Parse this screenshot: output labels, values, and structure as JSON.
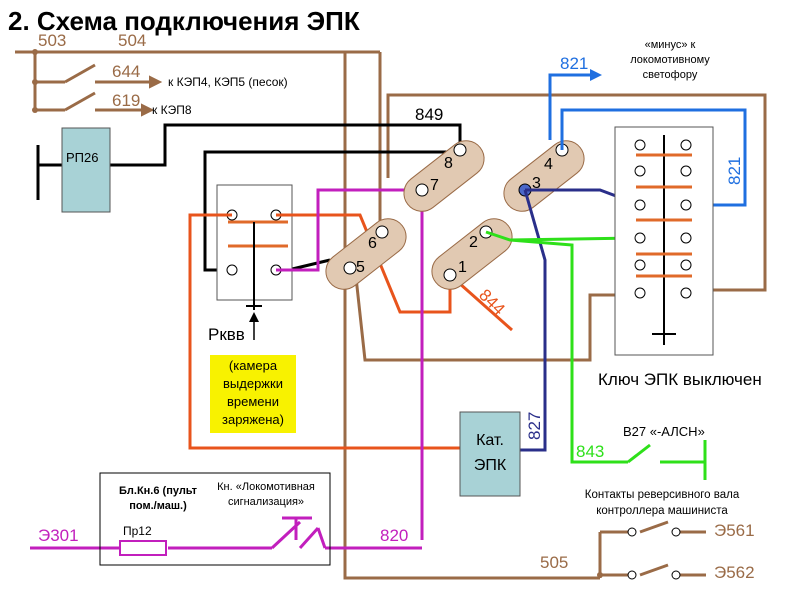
{
  "title": "2. Схема подключения ЭПК",
  "wires": {
    "w503": "503",
    "w504": "504",
    "w644": "644",
    "w619": "619",
    "w849": "849",
    "w821_top": "821",
    "w821_side": "821",
    "w844": "844",
    "w827": "827",
    "w843": "843",
    "w820": "820",
    "w505": "505",
    "e301": "Э301",
    "e561": "Э561",
    "e562": "Э562"
  },
  "labels": {
    "minus_line1": "«минус» к",
    "minus_line2": "локомотивному",
    "minus_line3": "светофору",
    "kep45": "к КЭП4, КЭП5 (песок)",
    "kep8": "к КЭП8",
    "rp26": "РП26",
    "rkvv": "Рквв",
    "camera": [
      "(камера",
      "выдержки",
      "времени",
      "заряжена)"
    ],
    "kat_epk_1": "Кат.",
    "kat_epk_2": "ЭПК",
    "key_off": "Ключ ЭПК выключен",
    "b27": "В27 «-АЛСН»",
    "reverse_1": "Контакты реверсивного вала",
    "reverse_2": "контроллера машиниста",
    "blkn_1": "Бл.Кн.6 (пульт",
    "blkn_2": "пом./маш.)",
    "pr12": "Пр12",
    "kn_1": "Кн. «Локомотивная",
    "kn_2": "сигнализация»"
  },
  "pins": [
    "1",
    "2",
    "3",
    "4",
    "5",
    "6",
    "7",
    "8"
  ],
  "colors": {
    "brown": "#9a6b47",
    "black": "#000000",
    "blue": "#1f6fe0",
    "darkblue": "#2a2f8a",
    "orange": "#e8541c",
    "magenta": "#c21fbd",
    "green": "#2ee01a",
    "tan": "#e1c9b2",
    "panel": "#a8d2d6",
    "yellow": "#f8f200",
    "contact": "#e06a2a"
  }
}
